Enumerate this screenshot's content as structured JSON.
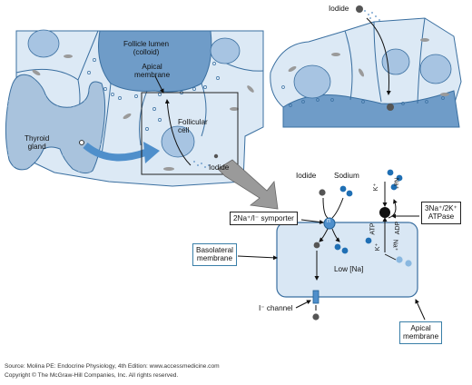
{
  "labels": {
    "follicle_lumen": [
      "Follicle lumen",
      "(colloid)"
    ],
    "apical_membrane_top": [
      "Apical",
      "membrane"
    ],
    "thyroid_gland": [
      "Thyroid",
      "gland"
    ],
    "follicular_cell": [
      "Follicular",
      "cell"
    ],
    "iodide_small": "Iodide",
    "iodide_top_right": "Iodide",
    "iodide_detail": "Iodide",
    "sodium": "Sodium",
    "symporter": "2Na⁺/I⁻ symporter",
    "atpase": [
      "3Na⁺/2K⁺",
      "ATPase"
    ],
    "basolateral": [
      "Basolateral",
      "membrane"
    ],
    "low_na": "Low [Na]",
    "i_channel": "I⁻ channel",
    "apical_membrane_bottom": [
      "Apical",
      "membrane"
    ],
    "pump_k_top": "K⁺",
    "pump_na_top": "Na⁺",
    "pump_atp": "ATP",
    "pump_adp": "ADP",
    "pump_k_bottom": "K⁺",
    "pump_na_bottom": "Na⁺",
    "symporter_na_mark": "n"
  },
  "source_line": "Source: Molina PE: Endocrine Physiology, 4th Edition: www.accessmedicine.com",
  "copyright_line": "Copyright © The McGraw-Hill Companies, Inc. All rights reserved.",
  "colors": {
    "tissue_light": "#dce9f5",
    "lumen_blue": "#6f9cc8",
    "cell_outline": "#3a6fa0",
    "iodide_dot": "#555555",
    "sodium_dot": "#1f6fb4",
    "potassium_dot": "#8ab8e0",
    "detail_cell": "#d9e7f4",
    "box_border": "#3a7fa8"
  }
}
